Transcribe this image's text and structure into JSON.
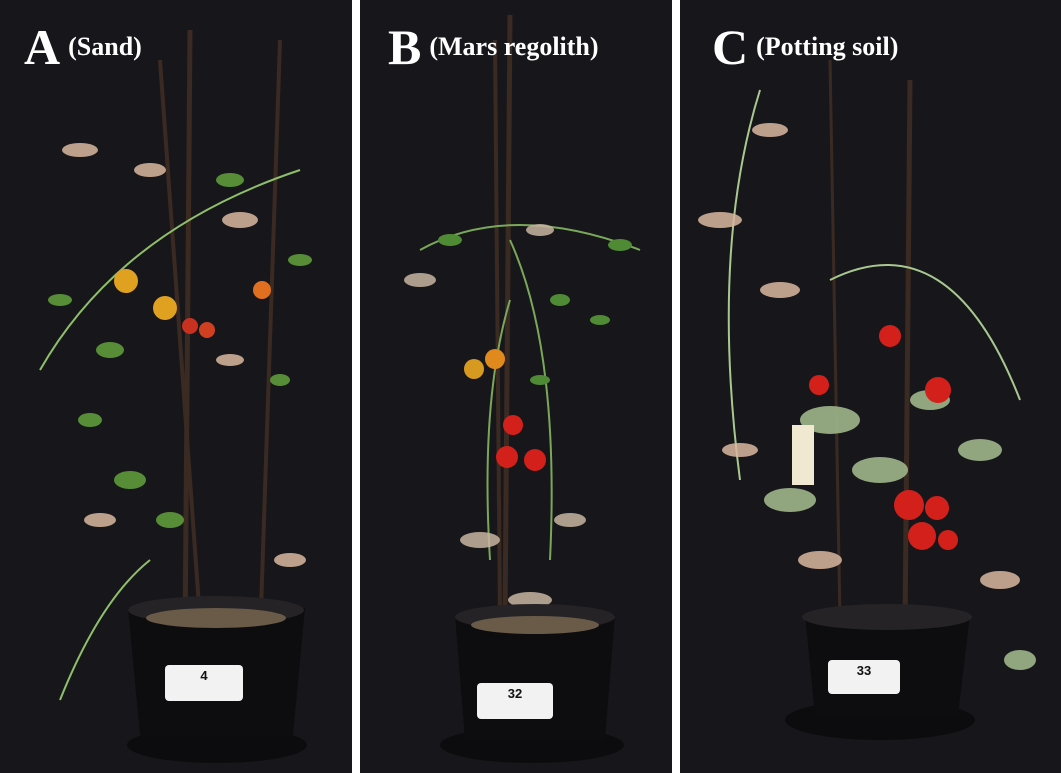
{
  "panels": [
    {
      "letter": "A",
      "caption": "(Sand)",
      "pot_number": "4"
    },
    {
      "letter": "B",
      "caption": "(Mars regolith)",
      "pot_number": "32"
    },
    {
      "letter": "C",
      "caption": "(Potting soil)",
      "pot_number": "33"
    }
  ],
  "colors": {
    "background": "#17171b",
    "separator": "#ffffff",
    "tomato_red": "#d4201a",
    "tomato_orange": "#e08a1e",
    "leaf_green": "#5d9a3a",
    "leaf_dry": "#d9b8a0"
  }
}
